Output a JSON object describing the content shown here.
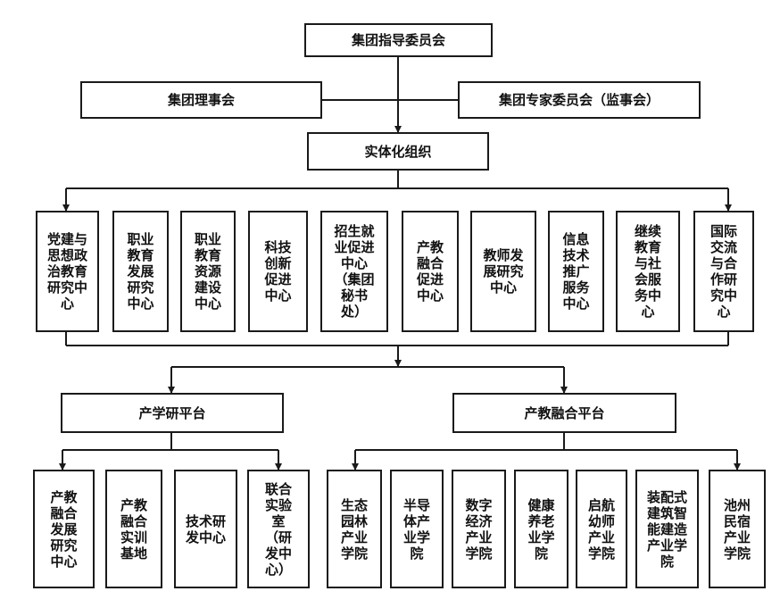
{
  "top": {
    "guidance": "集团指导委员会",
    "board": "集团理事会",
    "experts": "集团专家委员会（监事会）",
    "entity": "实体化组织"
  },
  "centers": [
    "党建与\n思想政\n治教育\n研究中\n心",
    "职业\n教育\n发展\n研究\n中心",
    "职业\n教育\n资源\n建设\n中心",
    "科技\n创新\n促进\n中心",
    "招生就\n业促进\n中心\n（集团\n秘书\n处）",
    "产教\n融合\n促进\n中心",
    "教师发\n展研究\n中心",
    "信息\n技术\n推广\n服务\n中心",
    "继续\n教育\n与社\n会服\n务中\n心",
    "国际\n交流\n与合\n作研\n究中\n心"
  ],
  "platforms": {
    "research": "产学研平台",
    "integration": "产教融合平台"
  },
  "research_units": [
    "产教\n融合\n发展\n研究\n中心",
    "产教\n融合\n实训\n基地",
    "技术研\n发中心",
    "联合\n实验\n室\n（研\n发中\n心）"
  ],
  "colleges": [
    "生态\n园林\n产业\n学院",
    "半导\n体产\n业学\n院",
    "数字\n经济\n产业\n学院",
    "健康\n养老\n业学\n院",
    "启航\n幼师\n产业\n学院",
    "装配式\n建筑智\n能建造\n产业学\n院",
    "池州\n民宿\n产业\n学院"
  ]
}
